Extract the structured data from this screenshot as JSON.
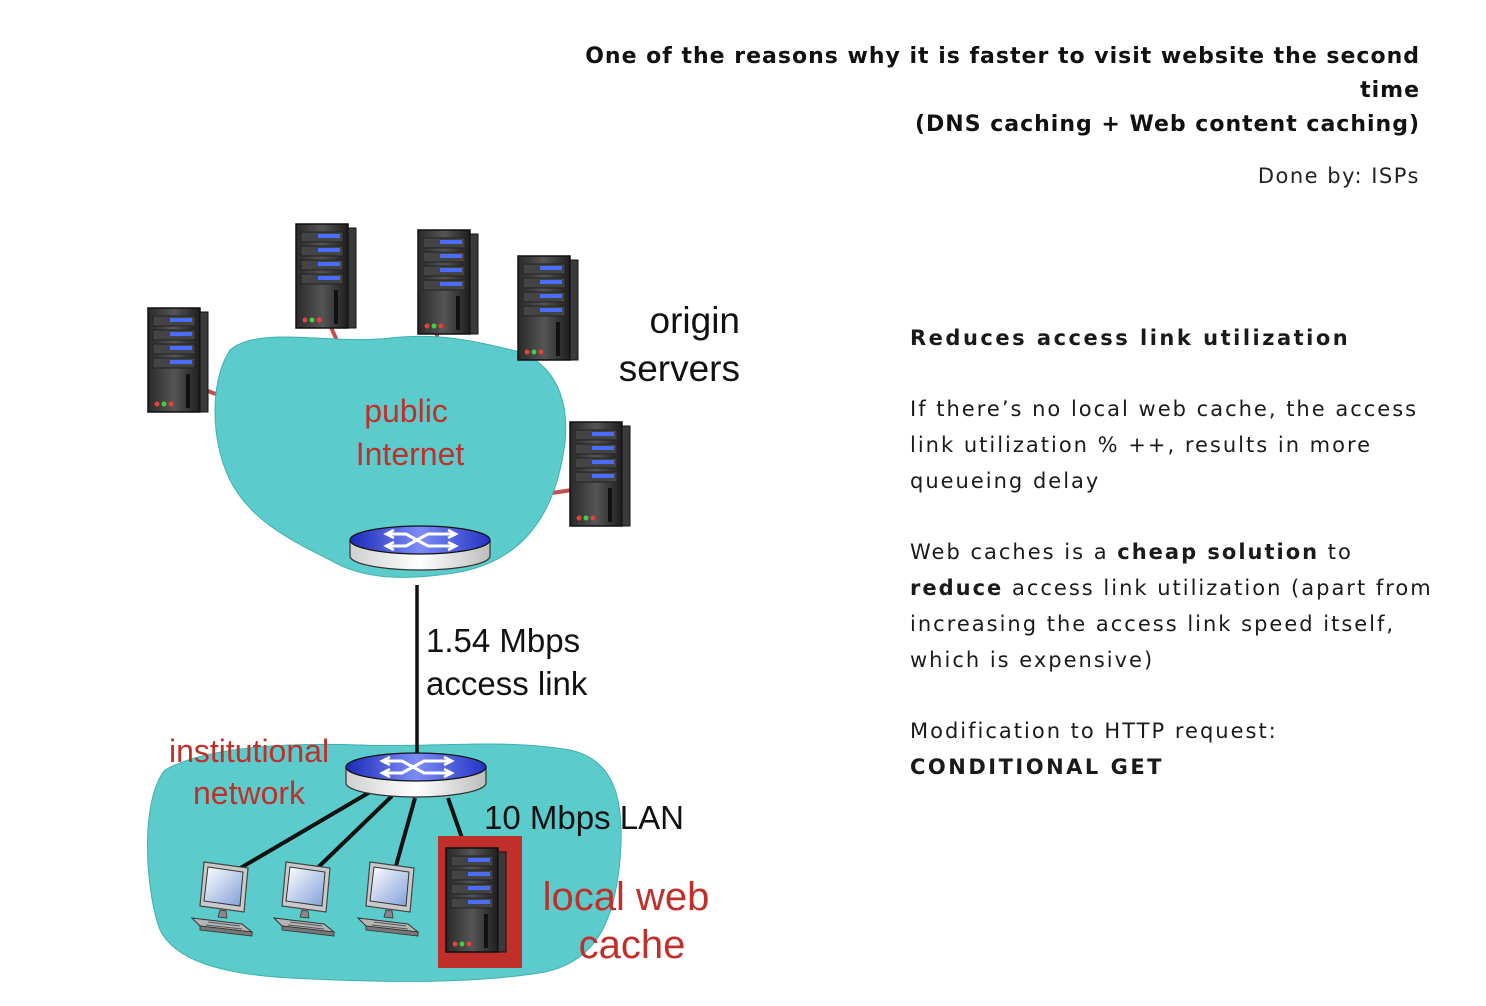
{
  "header": {
    "title_line1": "One of the reasons why it is faster to visit website the second time",
    "title_line2": "(DNS caching + Web content caching)",
    "done_by": "Done by: ISPs"
  },
  "notes": {
    "heading": "Reduces access link utilization",
    "para1": "If there’s no local web cache, the access link utilization % ++, results in more queueing delay",
    "para2_pre": "Web caches is a ",
    "para2_bold1": "cheap solution",
    "para2_mid": " to ",
    "para2_bold2": "reduce",
    "para2_post": " access link utilization (apart from increasing the access link speed itself, which is expensive)",
    "para3": "Modification to HTTP request:",
    "para3_code": "CONDITIONAL GET"
  },
  "diagram": {
    "origin_line1": "origin",
    "origin_line2": "servers",
    "public_line1": "public",
    "public_line2": "Internet",
    "access_line1": "1.54 Mbps",
    "access_line2": "access link",
    "inst_line1": "institutional",
    "inst_line2": "network",
    "lan": "10 Mbps LAN",
    "cache_line1": "local web",
    "cache_line2": "cache",
    "colors": {
      "cloud": "#5ccbcb",
      "red_text": "#c0302a",
      "link": "#c0504d",
      "router_blue": "#2b3bd0"
    }
  }
}
